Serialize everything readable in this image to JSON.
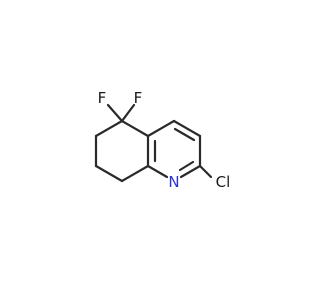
{
  "structure": {
    "atoms": [
      {
        "id": "F1",
        "label": "F",
        "color": "#1a1a1a"
      },
      {
        "id": "F2",
        "label": "F",
        "color": "#1a1a1a"
      },
      {
        "id": "N",
        "label": "N",
        "color": "#2f31d8"
      },
      {
        "id": "Cl",
        "label": "Cl",
        "color": "#1a1a1a"
      }
    ]
  }
}
